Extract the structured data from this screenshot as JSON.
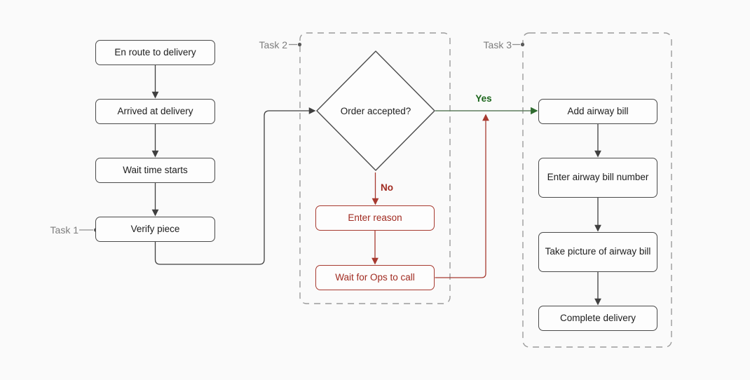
{
  "diagram": {
    "type": "flowchart",
    "colors": {
      "background": "#fafafa",
      "node_fill": "#fdfdfd",
      "node_border": "#4a4a4a",
      "node_text": "#1d1d1d",
      "arrow_gray": "#3f3f3f",
      "group_dash_border": "#9b9b9b",
      "task_label_gray": "#7d7d7d",
      "negative_red": "#a02a20",
      "negative_red_line": "#a73a30",
      "positive_green_text": "#1b651b",
      "positive_green_line": "#5f7d5f"
    },
    "task_labels": [
      "Task 1",
      "Task 2",
      "Task 3"
    ],
    "nodes": {
      "task1": [
        "En route to delivery",
        "Arrived at delivery",
        "Wait time starts",
        "Verify piece"
      ],
      "decision": "Order accepted?",
      "branch_yes": "Yes",
      "branch_no": "No",
      "task2": [
        "Enter reason",
        "Wait for Ops to call"
      ],
      "task3": [
        "Add airway bill",
        "Enter airway bill number",
        "Take picture of airway bill",
        "Complete delivery"
      ]
    }
  }
}
